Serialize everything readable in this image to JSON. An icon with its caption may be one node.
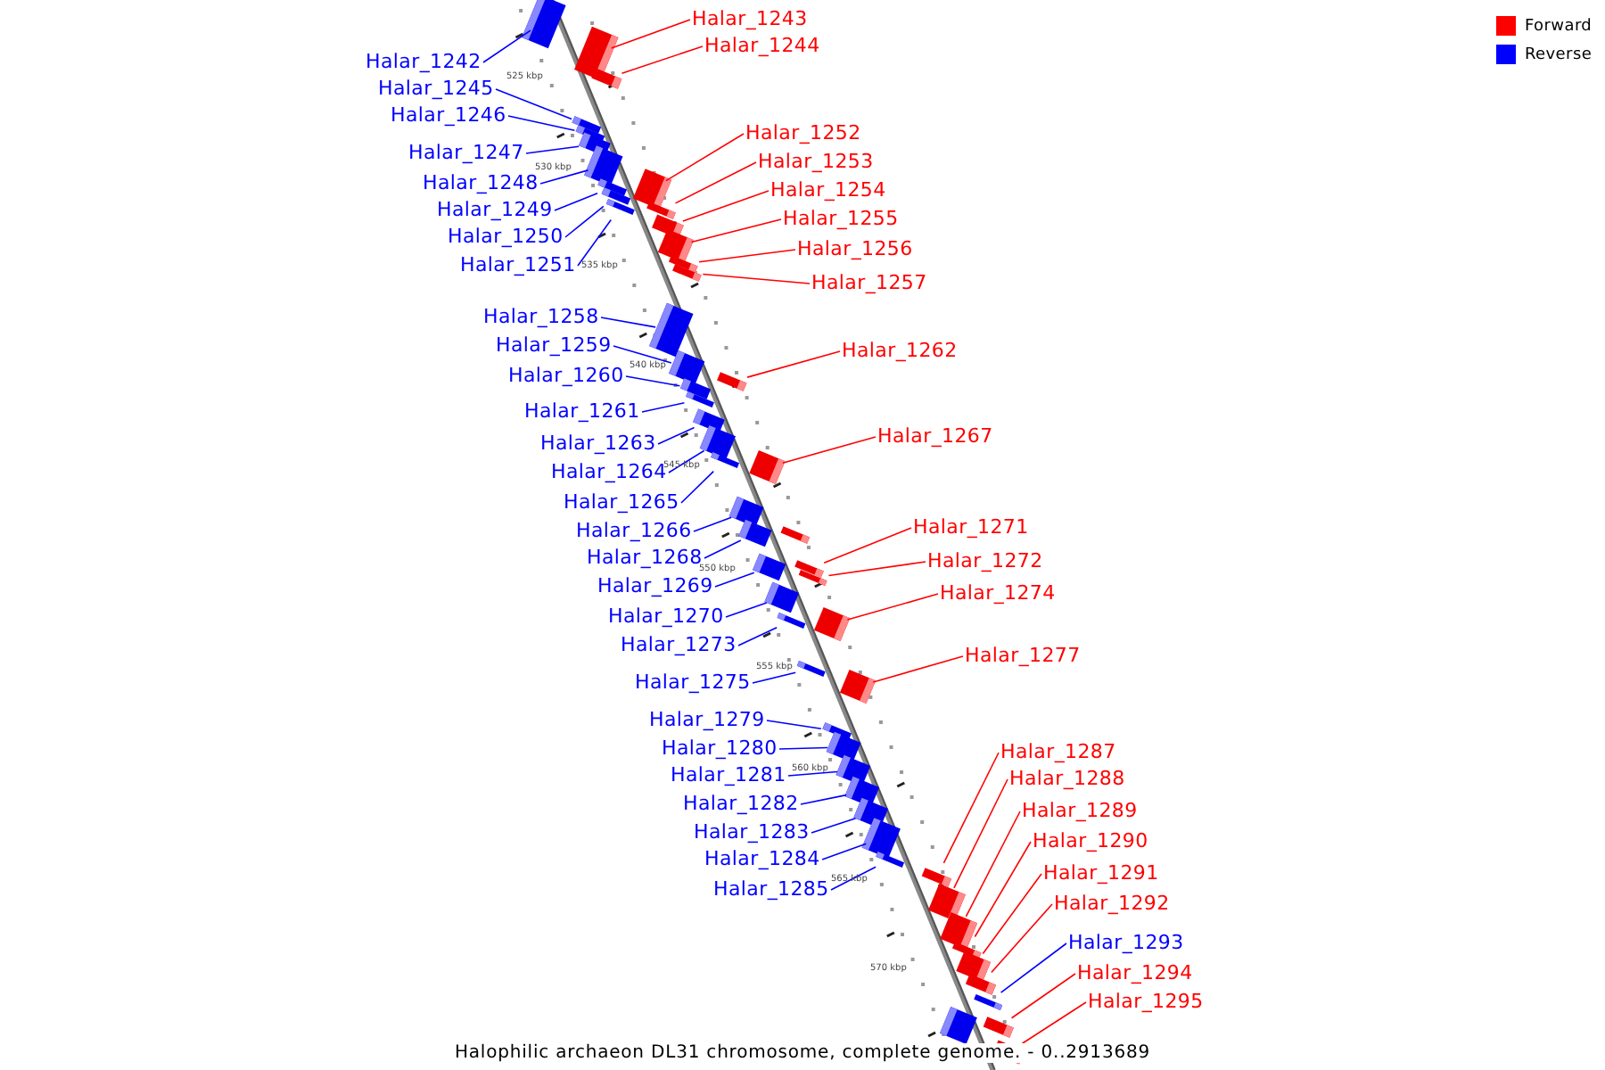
{
  "diagram": {
    "caption": "Halophilic archaeon DL31 chromosome, complete genome. - 0..2913689",
    "nodes": [
      {
        "text": [
          "Halar_1242"
        ]
      },
      {
        "text": [
          "Halar_1243"
        ]
      },
      {
        "text": [
          "Halar_1244"
        ]
      },
      {
        "text": [
          "Halar_1245"
        ]
      },
      {
        "text": [
          "Halar_1246"
        ]
      },
      {
        "text": [
          "Halar_1247"
        ]
      },
      {
        "text": [
          "Halar_1248"
        ]
      },
      {
        "text": [
          "Halar_1249"
        ]
      },
      {
        "text": [
          "Halar_1250"
        ]
      },
      {
        "text": [
          "Halar_1251"
        ]
      },
      {
        "text": [
          "Halar_1252"
        ]
      },
      {
        "text": [
          "Halar_1253"
        ]
      },
      {
        "text": [
          "Halar_1254"
        ]
      },
      {
        "text": [
          "Halar_1255"
        ]
      },
      {
        "text": [
          "Halar_1256"
        ]
      },
      {
        "text": [
          "Halar_1257"
        ]
      },
      {
        "text": [
          "Halar_1258"
        ]
      },
      {
        "text": [
          "Halar_1259"
        ]
      },
      {
        "text": [
          "Halar_1260"
        ]
      },
      {
        "text": [
          "Halar_1261"
        ]
      },
      {
        "text": [
          "Halar_1262"
        ]
      },
      {
        "text": [
          "Halar_1263"
        ]
      },
      {
        "text": [
          "Halar_1264"
        ]
      },
      {
        "text": [
          "Halar_1265"
        ]
      },
      {
        "text": [
          "Halar_1266"
        ]
      },
      {
        "text": [
          "Halar_1267"
        ]
      },
      {
        "text": [
          "Halar_1268"
        ]
      },
      {
        "text": [
          "Halar_1269"
        ]
      },
      {
        "text": [
          "Halar_1270"
        ]
      },
      {
        "text": [
          "Halar_1271"
        ]
      },
      {
        "text": [
          "Halar_1272"
        ]
      },
      {
        "text": [
          "Halar_1273"
        ]
      },
      {
        "text": [
          "Halar_1274"
        ]
      },
      {
        "text": [
          "Halar_1275"
        ]
      },
      {
        "text": [
          "Halar_1277"
        ]
      },
      {
        "text": [
          "Halar_1279"
        ]
      },
      {
        "text": [
          "Halar_1280"
        ]
      },
      {
        "text": [
          "Halar_1281"
        ]
      },
      {
        "text": [
          "Halar_1282"
        ]
      },
      {
        "text": [
          "Halar_1283"
        ]
      },
      {
        "text": [
          "Halar_1284"
        ]
      },
      {
        "text": [
          "Halar_1285"
        ]
      },
      {
        "text": [
          "Halar_1287"
        ]
      },
      {
        "text": [
          "Halar_1288"
        ]
      },
      {
        "text": [
          "Halar_1289"
        ]
      },
      {
        "text": [
          "Halar_1290"
        ]
      },
      {
        "text": [
          "Halar_1291"
        ]
      },
      {
        "text": [
          "Halar_1292"
        ]
      },
      {
        "text": [
          "Halar_1293"
        ]
      },
      {
        "text": [
          "Halar_1294"
        ]
      },
      {
        "text": [
          "Halar_1295"
        ]
      },
      {
        "text": [],
        "shape": "bar"
      },
      {
        "text": [],
        "shape": "bar"
      },
      {
        "text": [],
        "shape": "bar"
      },
      {
        "text": [],
        "shape": "bar"
      },
      {
        "text": [],
        "shape": "bar"
      },
      {
        "text": [],
        "shape": "bar"
      },
      {
        "text": [],
        "shape": "bar"
      },
      {
        "text": [],
        "shape": "bar"
      },
      {
        "text": [],
        "shape": "bar"
      },
      {
        "text": [],
        "shape": "bar"
      },
      {
        "text": [],
        "shape": "bar"
      },
      {
        "text": [],
        "shape": "bar"
      },
      {
        "text": [],
        "shape": "bar"
      },
      {
        "text": [],
        "shape": "bar"
      },
      {
        "text": [],
        "shape": "bar"
      },
      {
        "text": [],
        "shape": "bar"
      },
      {
        "text": [],
        "shape": "bar"
      },
      {
        "text": [],
        "shape": "bar"
      },
      {
        "text": [],
        "shape": "bar"
      },
      {
        "text": [],
        "shape": "bar"
      },
      {
        "text": [],
        "shape": "bar"
      },
      {
        "text": [],
        "shape": "bar"
      },
      {
        "text": [],
        "shape": "bar"
      },
      {
        "text": [],
        "shape": "bar"
      },
      {
        "text": [],
        "shape": "bar"
      },
      {
        "text": [],
        "shape": "bar"
      },
      {
        "text": [],
        "shape": "bar"
      },
      {
        "text": [],
        "shape": "bar"
      },
      {
        "text": [],
        "shape": "bar"
      },
      {
        "text": [],
        "shape": "bar"
      },
      {
        "text": [],
        "shape": "bar"
      },
      {
        "text": [],
        "shape": "bar"
      },
      {
        "text": [],
        "shape": "bar"
      },
      {
        "text": [],
        "shape": "bar"
      },
      {
        "text": [],
        "shape": "bar"
      },
      {
        "text": [],
        "shape": "bar"
      },
      {
        "text": [],
        "shape": "bar"
      },
      {
        "text": [],
        "shape": "bar"
      },
      {
        "text": [],
        "shape": "bar"
      },
      {
        "text": [],
        "shape": "bar"
      },
      {
        "text": [],
        "shape": "bar"
      },
      {
        "text": [],
        "shape": "bar"
      },
      {
        "text": [],
        "shape": "bar"
      },
      {
        "text": [],
        "shape": "bar"
      },
      {
        "text": [],
        "shape": "bar"
      },
      {
        "text": [],
        "shape": "bar"
      },
      {
        "text": [],
        "shape": "bar"
      },
      {
        "text": [],
        "shape": "bar"
      },
      {
        "text": [],
        "shape": "bar"
      },
      {
        "text": [],
        "shape": "bar"
      },
      {
        "text": [],
        "shape": "bar"
      },
      {
        "text": [],
        "shape": "bar"
      },
      {
        "text": [],
        "shape": "bar"
      }
    ],
    "edges": [
      {
        "from": 0,
        "to": 51,
        "arrow": "none"
      },
      {
        "from": 1,
        "to": 52,
        "arrow": "none",
        "color": "#ff0000"
      },
      {
        "from": 2,
        "to": 53,
        "arrow": "none",
        "color": "#ff0000"
      },
      {
        "from": 3,
        "to": 54,
        "arrow": "none"
      },
      {
        "from": 4,
        "to": 55,
        "arrow": "none"
      },
      {
        "from": 5,
        "to": 56,
        "arrow": "none"
      },
      {
        "from": 6,
        "to": 57,
        "arrow": "none"
      },
      {
        "from": 7,
        "to": 58,
        "arrow": "none"
      },
      {
        "from": 8,
        "to": 59,
        "arrow": "none"
      },
      {
        "from": 9,
        "to": 60,
        "arrow": "none"
      },
      {
        "from": 10,
        "to": 61,
        "arrow": "none",
        "color": "#ff0000"
      },
      {
        "from": 11,
        "to": 62,
        "arrow": "none",
        "color": "#ff0000"
      },
      {
        "from": 12,
        "to": 63,
        "arrow": "none",
        "color": "#ff0000"
      },
      {
        "from": 13,
        "to": 64,
        "arrow": "none",
        "color": "#ff0000"
      },
      {
        "from": 14,
        "to": 65,
        "arrow": "none",
        "color": "#ff0000"
      },
      {
        "from": 15,
        "to": 66,
        "arrow": "none",
        "color": "#ff0000"
      },
      {
        "from": 16,
        "to": 67,
        "arrow": "none"
      },
      {
        "from": 17,
        "to": 68,
        "arrow": "none"
      },
      {
        "from": 18,
        "to": 69,
        "arrow": "none"
      },
      {
        "from": 19,
        "to": 70,
        "arrow": "none"
      },
      {
        "from": 20,
        "to": 71,
        "arrow": "none",
        "color": "#ff0000"
      },
      {
        "from": 21,
        "to": 72,
        "arrow": "none"
      },
      {
        "from": 22,
        "to": 73,
        "arrow": "none"
      },
      {
        "from": 23,
        "to": 74,
        "arrow": "none"
      },
      {
        "from": 24,
        "to": 75,
        "arrow": "none"
      },
      {
        "from": 25,
        "to": 76,
        "arrow": "none",
        "color": "#ff0000"
      },
      {
        "from": 26,
        "to": 77,
        "arrow": "none"
      },
      {
        "from": 27,
        "to": 78,
        "arrow": "none"
      },
      {
        "from": 28,
        "to": 79,
        "arrow": "none"
      },
      {
        "from": 29,
        "to": 80,
        "arrow": "none",
        "color": "#ff0000"
      },
      {
        "from": 30,
        "to": 81,
        "arrow": "none",
        "color": "#ff0000"
      },
      {
        "from": 31,
        "to": 82,
        "arrow": "none"
      },
      {
        "from": 32,
        "to": 83,
        "arrow": "none",
        "color": "#ff0000"
      },
      {
        "from": 33,
        "to": 84,
        "arrow": "none"
      },
      {
        "from": 34,
        "to": 85,
        "arrow": "none",
        "color": "#ff0000"
      },
      {
        "from": 35,
        "to": 86,
        "arrow": "none"
      },
      {
        "from": 36,
        "to": 87,
        "arrow": "none"
      },
      {
        "from": 37,
        "to": 88,
        "arrow": "none"
      },
      {
        "from": 38,
        "to": 89,
        "arrow": "none"
      },
      {
        "from": 39,
        "to": 90,
        "arrow": "none"
      },
      {
        "from": 40,
        "to": 91,
        "arrow": "none"
      },
      {
        "from": 41,
        "to": 92,
        "arrow": "none"
      },
      {
        "from": 42,
        "to": 93,
        "arrow": "none",
        "color": "#ff0000"
      },
      {
        "from": 43,
        "to": 94,
        "arrow": "none",
        "color": "#ff0000"
      },
      {
        "from": 44,
        "to": 95,
        "arrow": "none",
        "color": "#ff0000"
      },
      {
        "from": 45,
        "to": 96,
        "arrow": "none",
        "color": "#ff0000"
      },
      {
        "from": 46,
        "to": 97,
        "arrow": "none",
        "color": "#ff0000"
      },
      {
        "from": 47,
        "to": 98,
        "arrow": "none",
        "color": "#ff0000"
      },
      {
        "from": 48,
        "to": 99,
        "arrow": "none"
      },
      {
        "from": 49,
        "to": 100,
        "arrow": "none",
        "color": "#ff0000"
      },
      {
        "from": 50,
        "to": 101,
        "arrow": "none",
        "color": "#ff0000"
      }
    ],
    "labels": [
      "525 kbp",
      "530 kbp",
      "535 kbp",
      "540 kbp",
      "545 kbp",
      "550 kbp",
      "555 kbp",
      "560 kbp",
      "565 kbp",
      "570 kbp"
    ],
    "legend": [
      {
        "text": "Forward",
        "color": "#ff0000"
      },
      {
        "text": "Reverse",
        "color": "#0000ff"
      }
    ]
  }
}
